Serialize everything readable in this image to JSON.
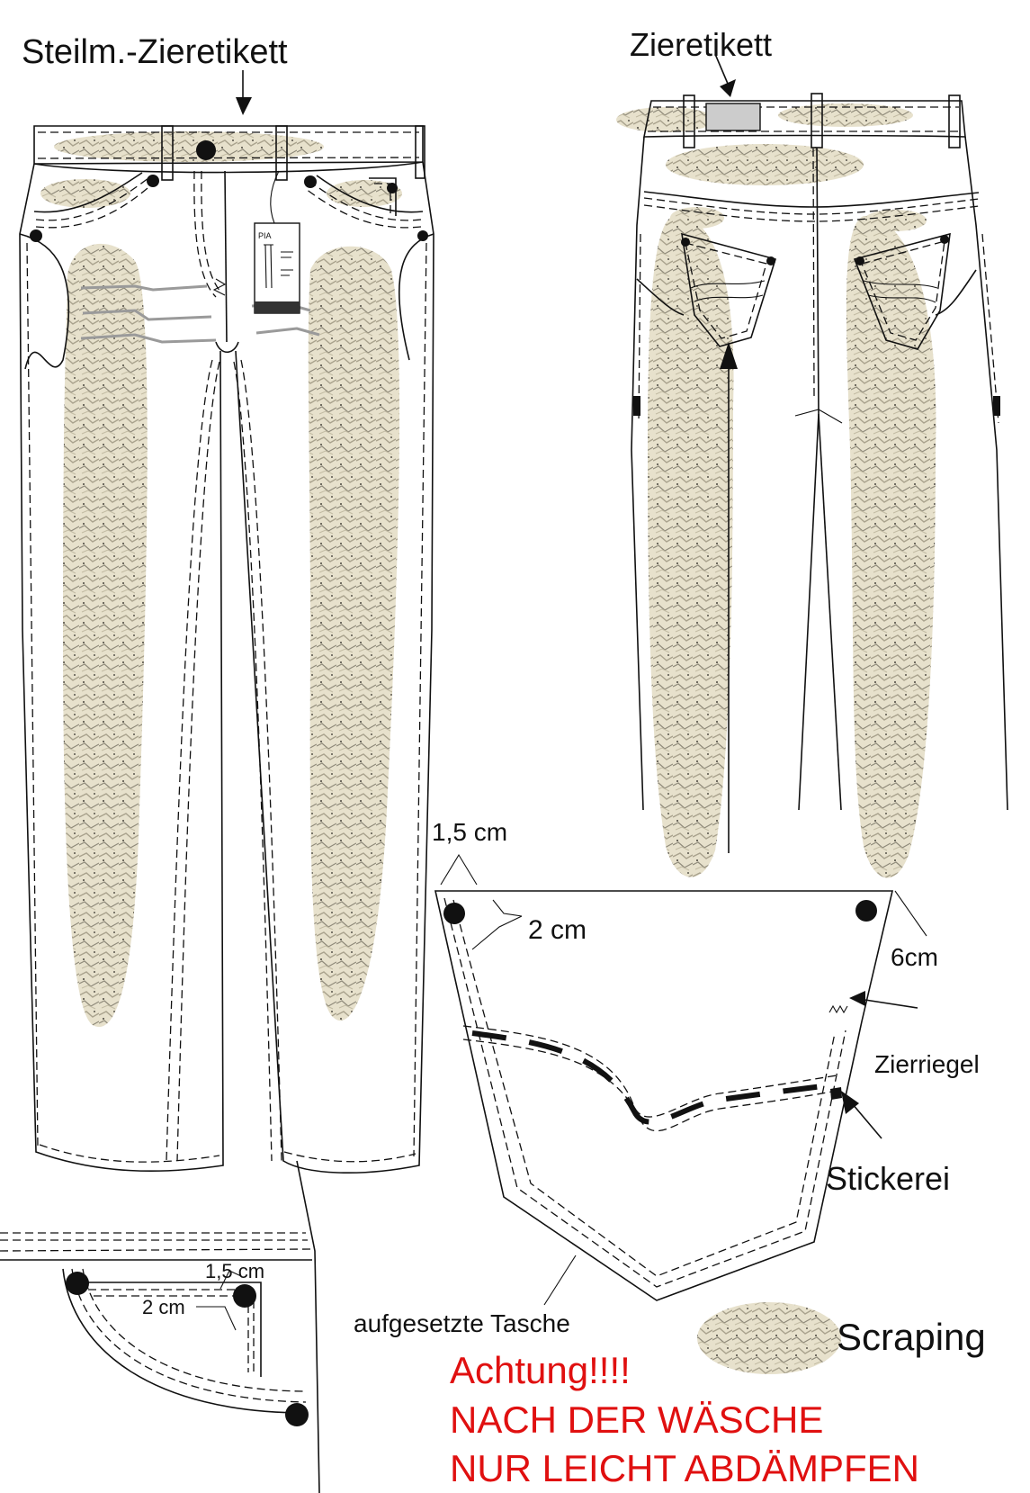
{
  "labels": {
    "front_tag": "Steilm.-Zieretikett",
    "back_tag": "Zieretikett",
    "pocket_corner_width": "1,5 cm",
    "pocket_corner_depth": "2 cm",
    "pocket_side": "6cm",
    "bartack": "Zierriegel",
    "embroidery": "Stickerei",
    "patch_pocket": "aufgesetzte Tasche",
    "scraping_legend": "Scraping",
    "coin_width": "1,5 cm",
    "coin_depth": "2 cm",
    "hang_tag_brand": "PIA"
  },
  "warning": {
    "line1": "Achtung!!!!",
    "line2": "NACH DER WÄSCHE",
    "line3": "NUR LEICHT ABDÄMPFEN"
  },
  "colors": {
    "outline": "#111111",
    "warning": "#e01010",
    "scraping": "#ddd6bf",
    "patch_label": "#cccccc"
  }
}
